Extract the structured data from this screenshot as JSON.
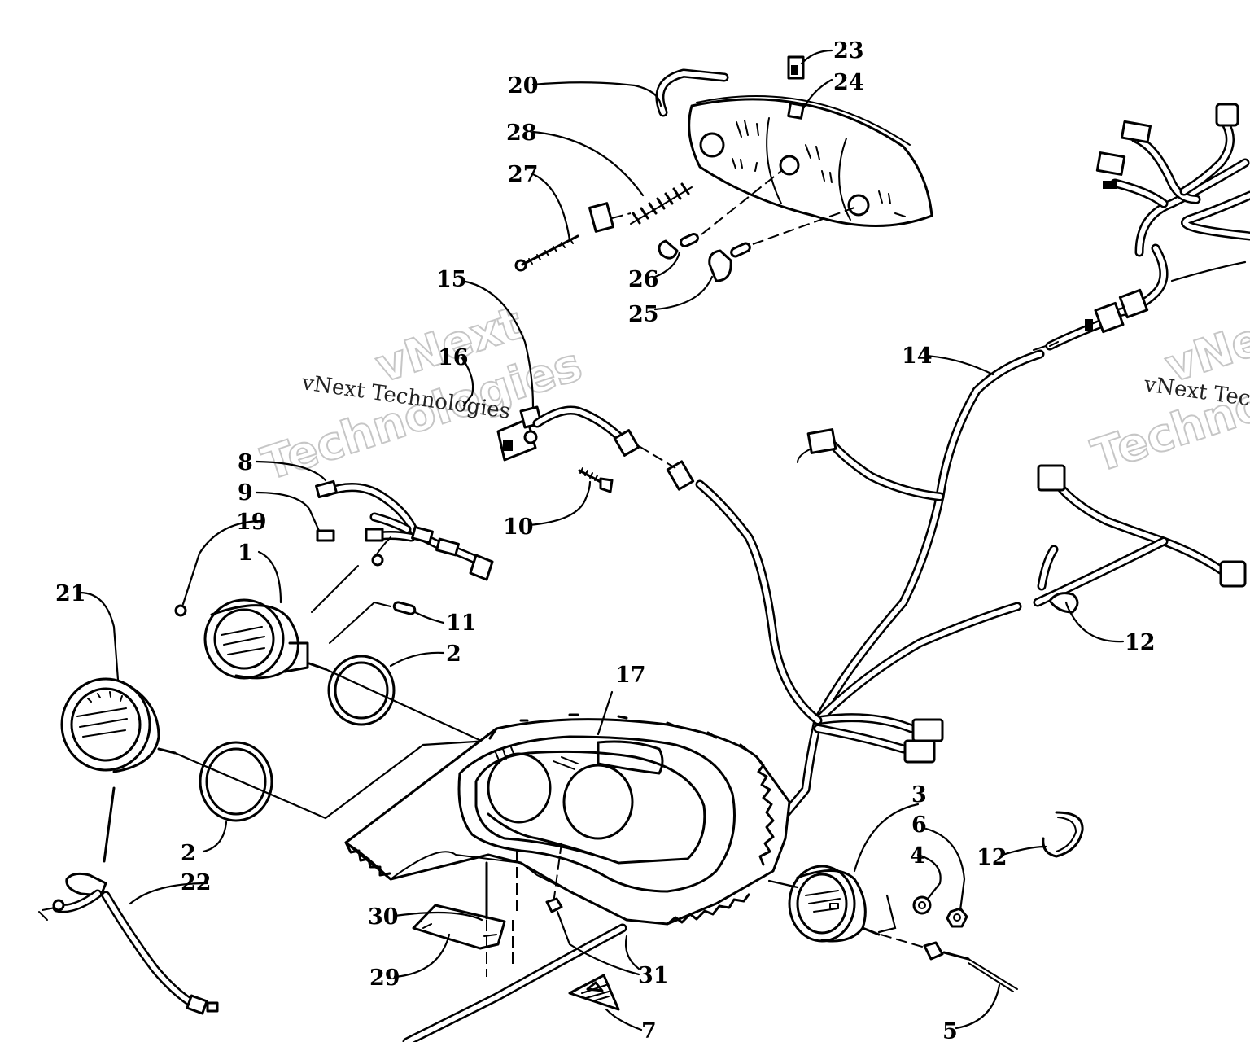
{
  "callouts": {
    "c1": "1",
    "c2a": "2",
    "c2b": "2",
    "c3": "3",
    "c4": "4",
    "c5": "5",
    "c6": "6",
    "c7": "7",
    "c8": "8",
    "c9": "9",
    "c10": "10",
    "c11": "11",
    "c12a": "12",
    "c12b": "12",
    "c14": "14",
    "c15": "15",
    "c16": "16",
    "c17": "17",
    "c19": "19",
    "c20": "20",
    "c21": "21",
    "c22": "22",
    "c23": "23",
    "c24": "24",
    "c25": "25",
    "c26": "26",
    "c27": "27",
    "c28": "28",
    "c29": "29",
    "c30": "30",
    "c31": "31"
  },
  "watermark": {
    "big_top": "vNext",
    "big_bottom": "Technologies",
    "line": "vNext Technologies",
    "right_big_top": "vNext",
    "right_big_bottom": "Technologies",
    "right_line": "vNext Tec"
  }
}
